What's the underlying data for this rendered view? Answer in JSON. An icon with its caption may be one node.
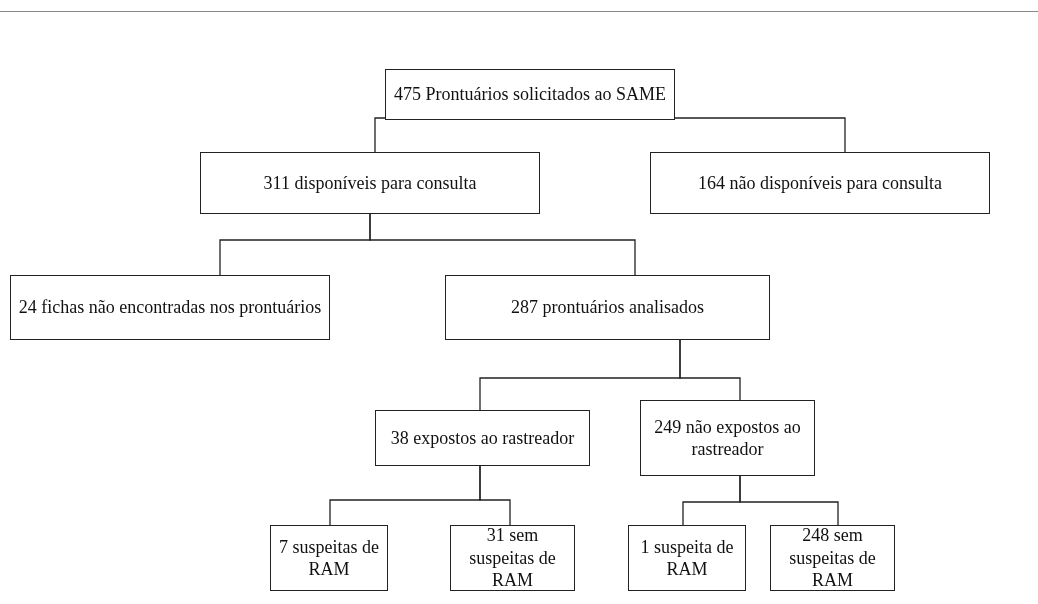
{
  "diagram": {
    "nodes": [
      {
        "text": [
          "475 Prontuários solicitados ao SAME"
        ]
      },
      {
        "text": [
          "311 disponíveis para consulta"
        ]
      },
      {
        "text": [
          "164 não disponíveis para consulta"
        ]
      },
      {
        "text": [
          "24 fichas não encontradas nos prontuários"
        ]
      },
      {
        "text": [
          "287 prontuários analisados"
        ]
      },
      {
        "text": [
          "38 expostos ao rastreador"
        ]
      },
      {
        "text": [
          "249 não expostos ao rastreador"
        ]
      },
      {
        "text": [
          "7 suspeitas de RAM"
        ]
      },
      {
        "text": [
          "31 sem suspeitas de RAM"
        ]
      },
      {
        "text": [
          "1 suspeita de RAM"
        ]
      },
      {
        "text": [
          "248 sem suspeitas de RAM"
        ]
      }
    ],
    "edges": [
      {
        "from": 0,
        "to": 1,
        "arrow": "none"
      },
      {
        "from": 0,
        "to": 2,
        "arrow": "none"
      },
      {
        "from": 1,
        "to": 3,
        "arrow": "none"
      },
      {
        "from": 1,
        "to": 4,
        "arrow": "none"
      },
      {
        "from": 4,
        "to": 5,
        "arrow": "none"
      },
      {
        "from": 4,
        "to": 6,
        "arrow": "none"
      },
      {
        "from": 5,
        "to": 7,
        "arrow": "none"
      },
      {
        "from": 5,
        "to": 8,
        "arrow": "none"
      },
      {
        "from": 6,
        "to": 9,
        "arrow": "none"
      },
      {
        "from": 6,
        "to": 10,
        "arrow": "none"
      }
    ]
  }
}
